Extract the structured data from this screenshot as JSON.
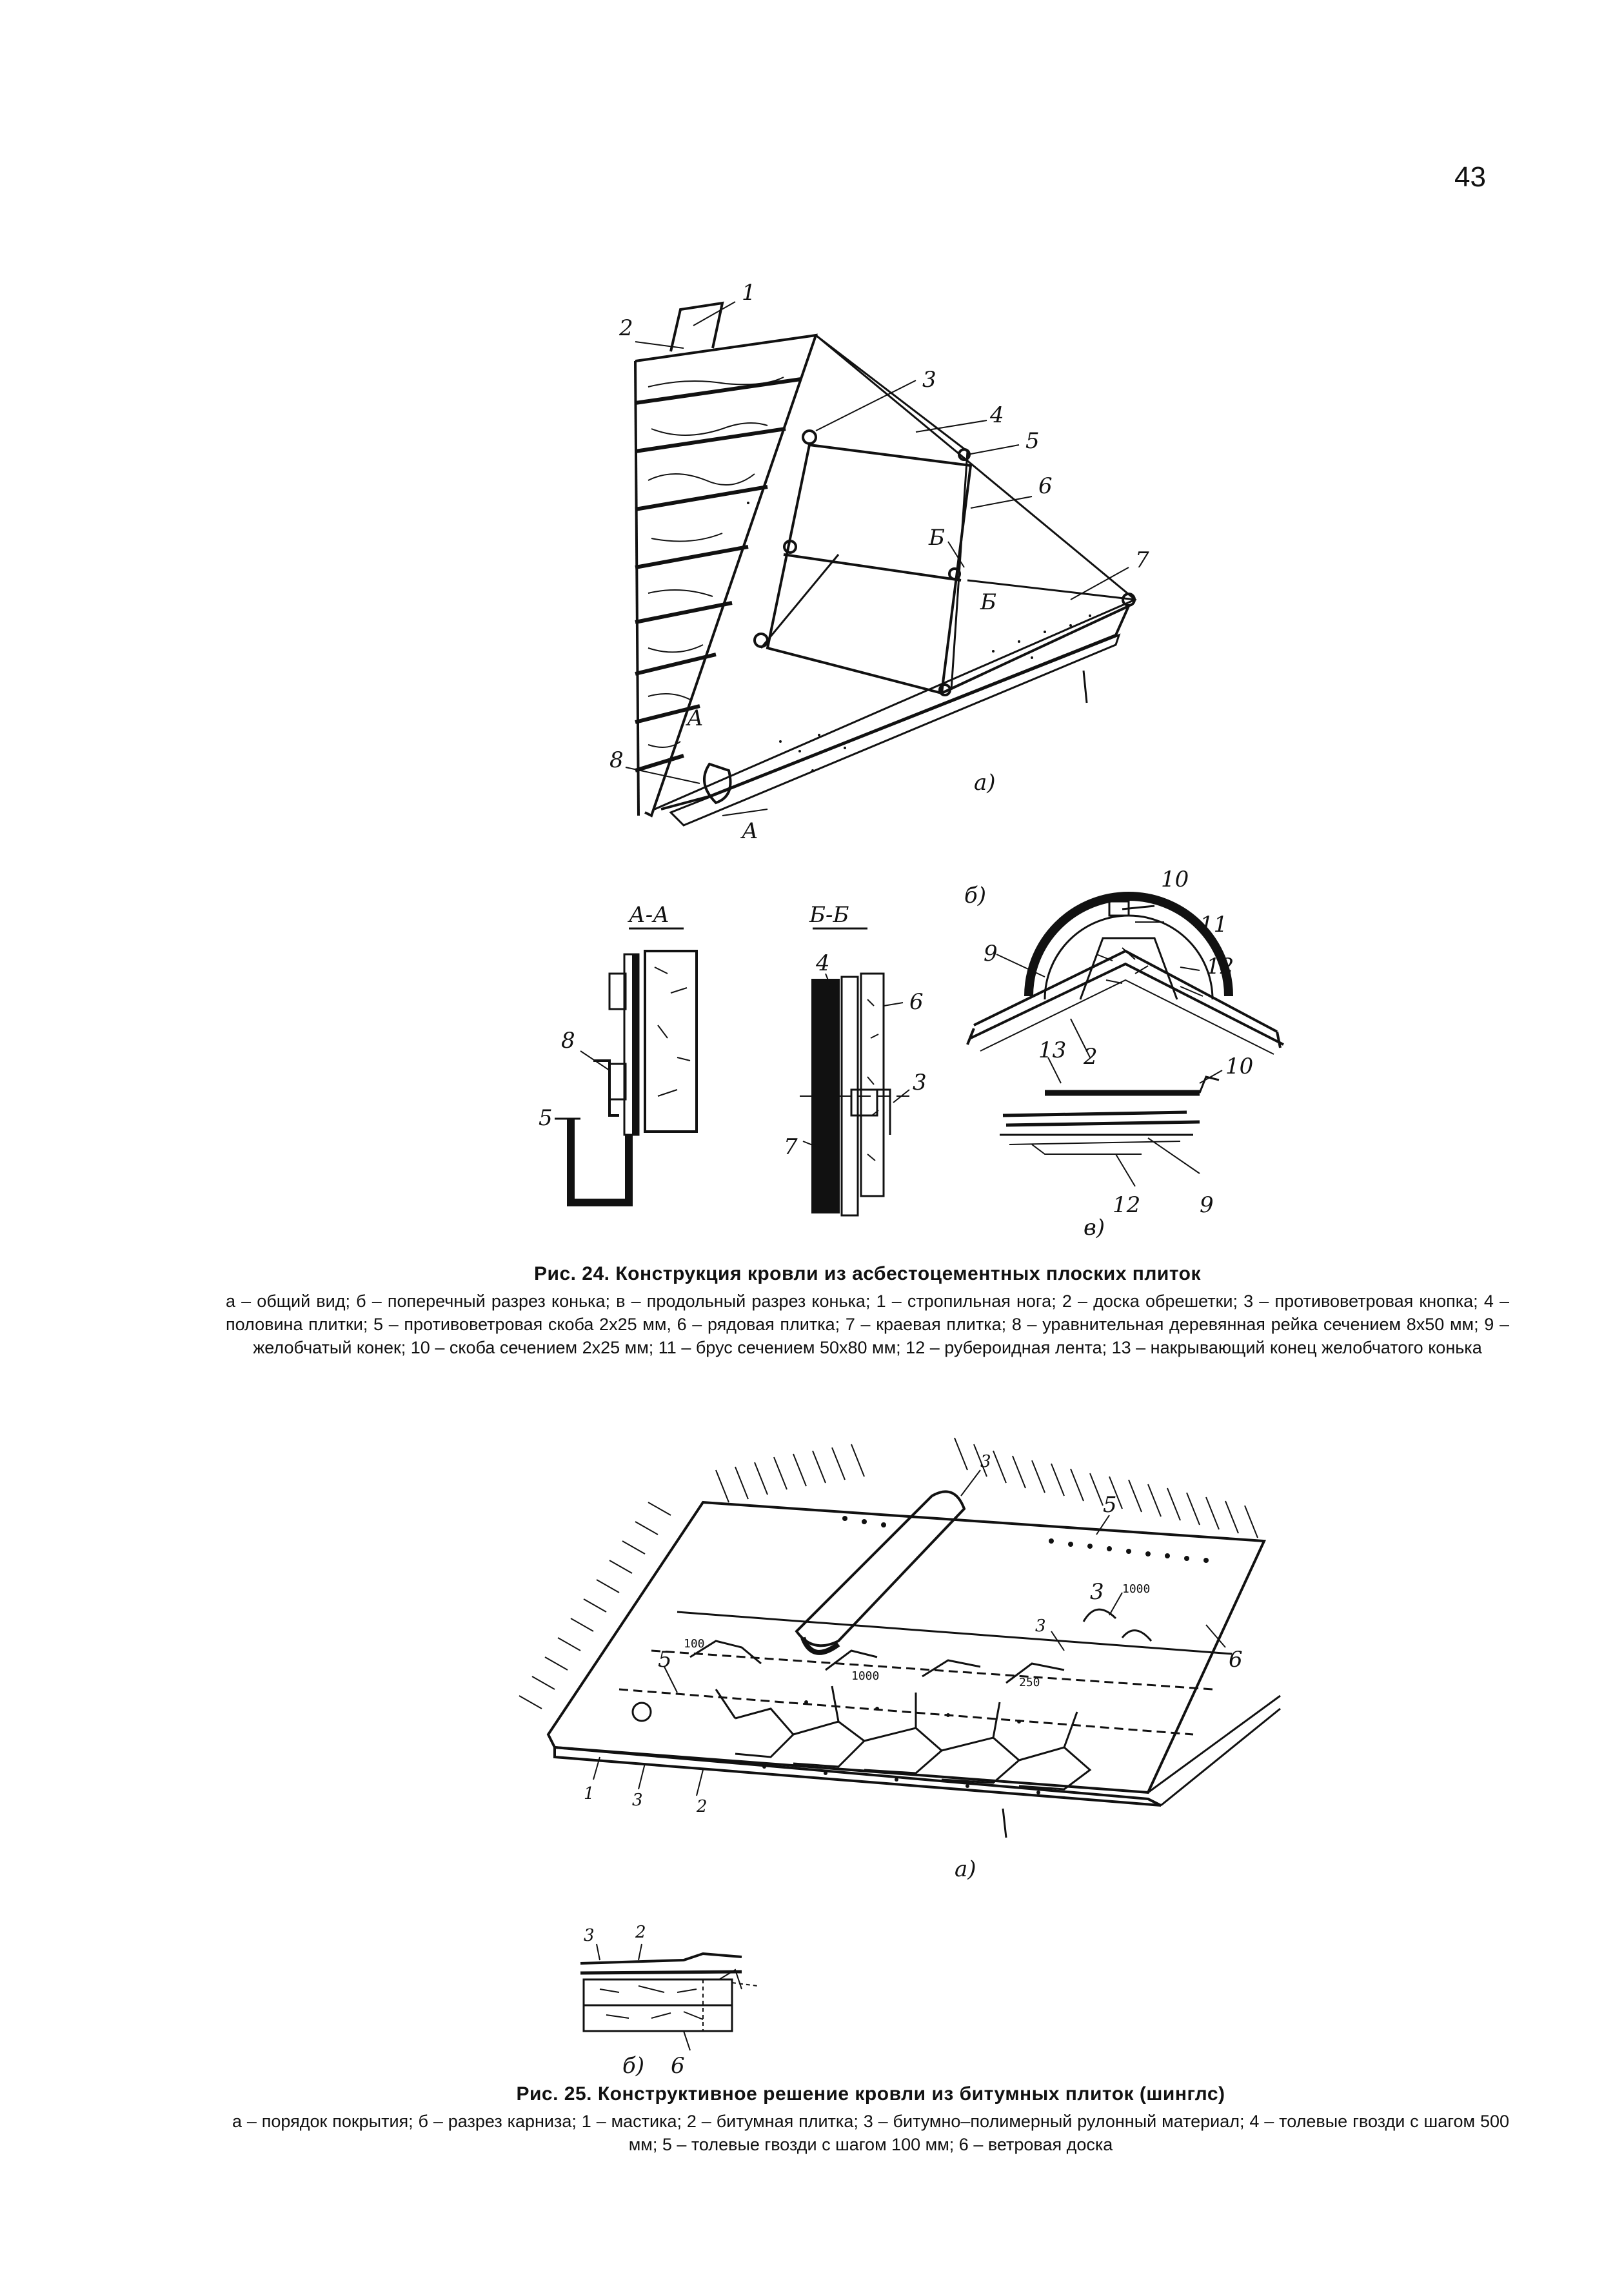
{
  "page_number": "43",
  "fig24": {
    "labels": {
      "n1": "1",
      "n2": "2",
      "n3": "3",
      "n4": "4",
      "n5": "5",
      "n6": "6",
      "n7": "7",
      "n8": "8",
      "n9": "9",
      "n10": "10",
      "n11": "11",
      "n12": "12",
      "n13": "13",
      "a": "а)",
      "b": "б)",
      "v": "в)",
      "A": "А",
      "B": "Б",
      "section_aa": "А-А",
      "section_bb": "Б-Б"
    },
    "caption_title": "Рис. 24. Конструкция кровли из асбестоцементных плоских плиток",
    "caption_body": "а – общий вид; б – поперечный разрез конька; в – продольный разрез конька; 1 – стропильная нога; 2 – доска обрешетки; 3 – противоветровая кнопка; 4 – половина плитки; 5 – противоветровая скоба 2х25 мм, 6 – рядовая плитка; 7 – краевая плитка; 8 – уравнительная деревянная рейка сечением 8х50 мм; 9 – желобчатый конек; 10 – скоба сечением 2х25 мм; 11 – брус сечением 50х80 мм; 12 – рубероидная лента; 13 – накрывающий конец желобчатого конька"
  },
  "fig25": {
    "labels": {
      "n1": "1",
      "n2": "2",
      "n3": "3",
      "n5": "5",
      "n6": "6",
      "a": "а)",
      "b": "б)",
      "dim100": "100",
      "dim1000": "1000",
      "dim250": "250"
    },
    "caption_title": "Рис. 25. Конструктивное решение кровли из битумных плиток (шинглс)",
    "caption_body": "а – порядок покрытия; б – разрез карниза; 1 – мастика; 2 – битумная плитка; 3 – битумно–полимерный рулонный материал; 4 – толевые гвозди с шагом 500 мм; 5 – толевые гвозди с шагом 100 мм; 6 – ветровая доска"
  }
}
